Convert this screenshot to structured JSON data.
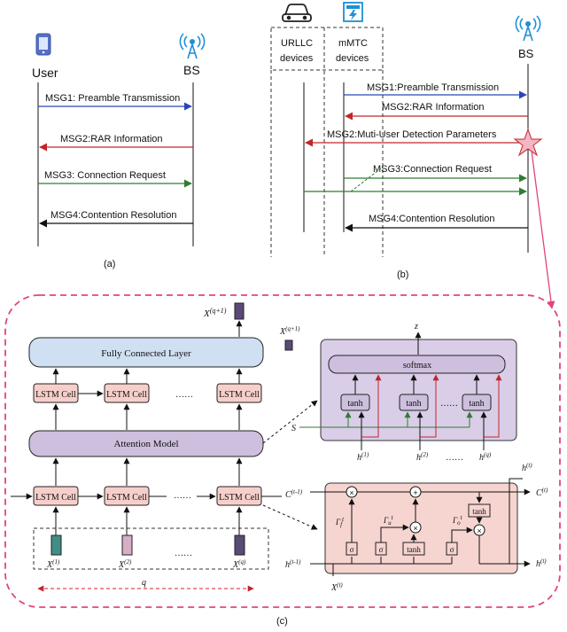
{
  "panel_a": {
    "user_label": "User",
    "bs_label": "BS",
    "msg1": "MSG1: Preamble Transmission",
    "msg2": "MSG2:RAR Information",
    "msg3": "MSG3: Connection Request",
    "msg4": "MSG4:Contention Resolution",
    "caption": "(a)"
  },
  "panel_b": {
    "urllc_line1": "URLLC",
    "urllc_line2": "devices",
    "mmtc_line1": "mMTC",
    "mmtc_line2": "devices",
    "bs_label": "BS",
    "msg1": "MSG1:Preamble Transmission",
    "msg2": "MSG2:RAR Information",
    "msg2b": "MSG2:Muti-User Detection Parameters",
    "msg3": "MSG3:Connection Request",
    "msg4": "MSG4:Contention Resolution",
    "caption": "(b)"
  },
  "panel_c": {
    "output_top": "X",
    "output_top_sup": "(q+1)",
    "output_legend": "X",
    "output_legend_sup": "(q+1)",
    "fc_layer": "Fully Connected Layer",
    "attention": "Attention Model",
    "lstm_cell": "LSTM Cell",
    "dots": "……",
    "x1": "X",
    "x1_sup": "(1)",
    "x2": "X",
    "x2_sup": "(2)",
    "xq": "X",
    "xq_sup": "(q)",
    "q_label": "q",
    "softmax": "softmax",
    "tanh": "tanh",
    "z": "z",
    "s": "S",
    "h1": "h",
    "h1_sup": "(1)",
    "h2": "h",
    "h2_sup": "(2)",
    "hq": "h",
    "hq_sup": "(q)",
    "c_prev": "C",
    "c_prev_sup": "(t-1)",
    "c_next": "C",
    "c_next_sup": "(t)",
    "h_prev": "h",
    "h_prev_sup": "(t-1)",
    "h_next": "h",
    "h_next_sup": "(t)",
    "h_out": "h",
    "h_out_sup": "(t)",
    "x_t": "X",
    "x_t_sup": "(t)",
    "gamma_f": "Γ",
    "gamma_f_sub": "f",
    "gamma_f_sup": "t",
    "gamma_u": "Γ",
    "gamma_u_sub": "u",
    "gamma_u_sup": "t",
    "gamma_o": "Γ",
    "gamma_o_sub": "o",
    "gamma_o_sup": "t",
    "sigma": "σ",
    "times": "×",
    "plus": "+",
    "caption": "(c)"
  },
  "colors": {
    "blue": "#2a46b8",
    "red": "#c0262a",
    "green": "#2e7d32",
    "black": "#111111",
    "pink_dash": "#e0457a",
    "lstm_fill": "#f6cfcb",
    "fc_fill": "#cfe0f3",
    "attention_fill": "#cdbfdd",
    "softmax_panel": "#d9cde8",
    "cell_panel": "#f6d4d0",
    "x1_fill": "#3f8f86",
    "x2_fill": "#d6aec6",
    "xq_fill": "#5a4a78"
  }
}
